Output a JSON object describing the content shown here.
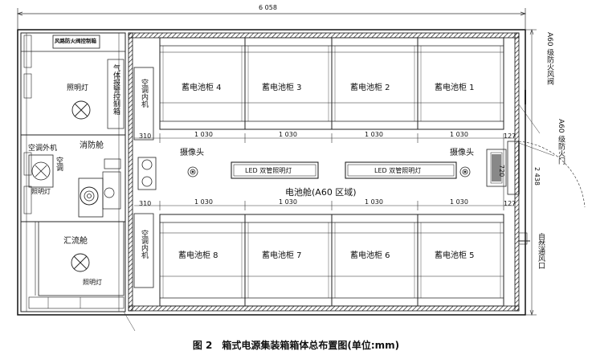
{
  "overall_width_dim": "6 058",
  "overall_height_dim": "2 438",
  "left_top_sign": "风路防火阀控制箱",
  "gas_alarm_box": "气体报警控制箱",
  "lights": "照明灯",
  "fire_cabin": "消防舱",
  "ac_outdoor_unit": "空调外机",
  "ac_label": "空调",
  "bus_cabin": "汇流舱",
  "ac_indoor_unit": "空调内机",
  "battery_cabinets_top": [
    "蓄电池柜 4",
    "蓄电池柜 3",
    "蓄电池柜 2",
    "蓄电池柜 1"
  ],
  "battery_cabinets_bottom": [
    "蓄电池柜 8",
    "蓄电池柜 7",
    "蓄电池柜 6",
    "蓄电池柜 5"
  ],
  "cabinet_width_dim": "1 030",
  "left_gap_dim": "310",
  "right_gap_dim": "127",
  "aisle_dim": "720",
  "camera": "摄像头",
  "led_light": "LED 双管照明灯",
  "battery_cabin": "电池舱(A60 区域)",
  "fire_damper": "A60 级防火风阀",
  "fire_door": "A60 级防火门",
  "natural_vent": "自然通风口",
  "caption": "图 2　箱式电源集装箱箱体总布置图(单位:mm)"
}
